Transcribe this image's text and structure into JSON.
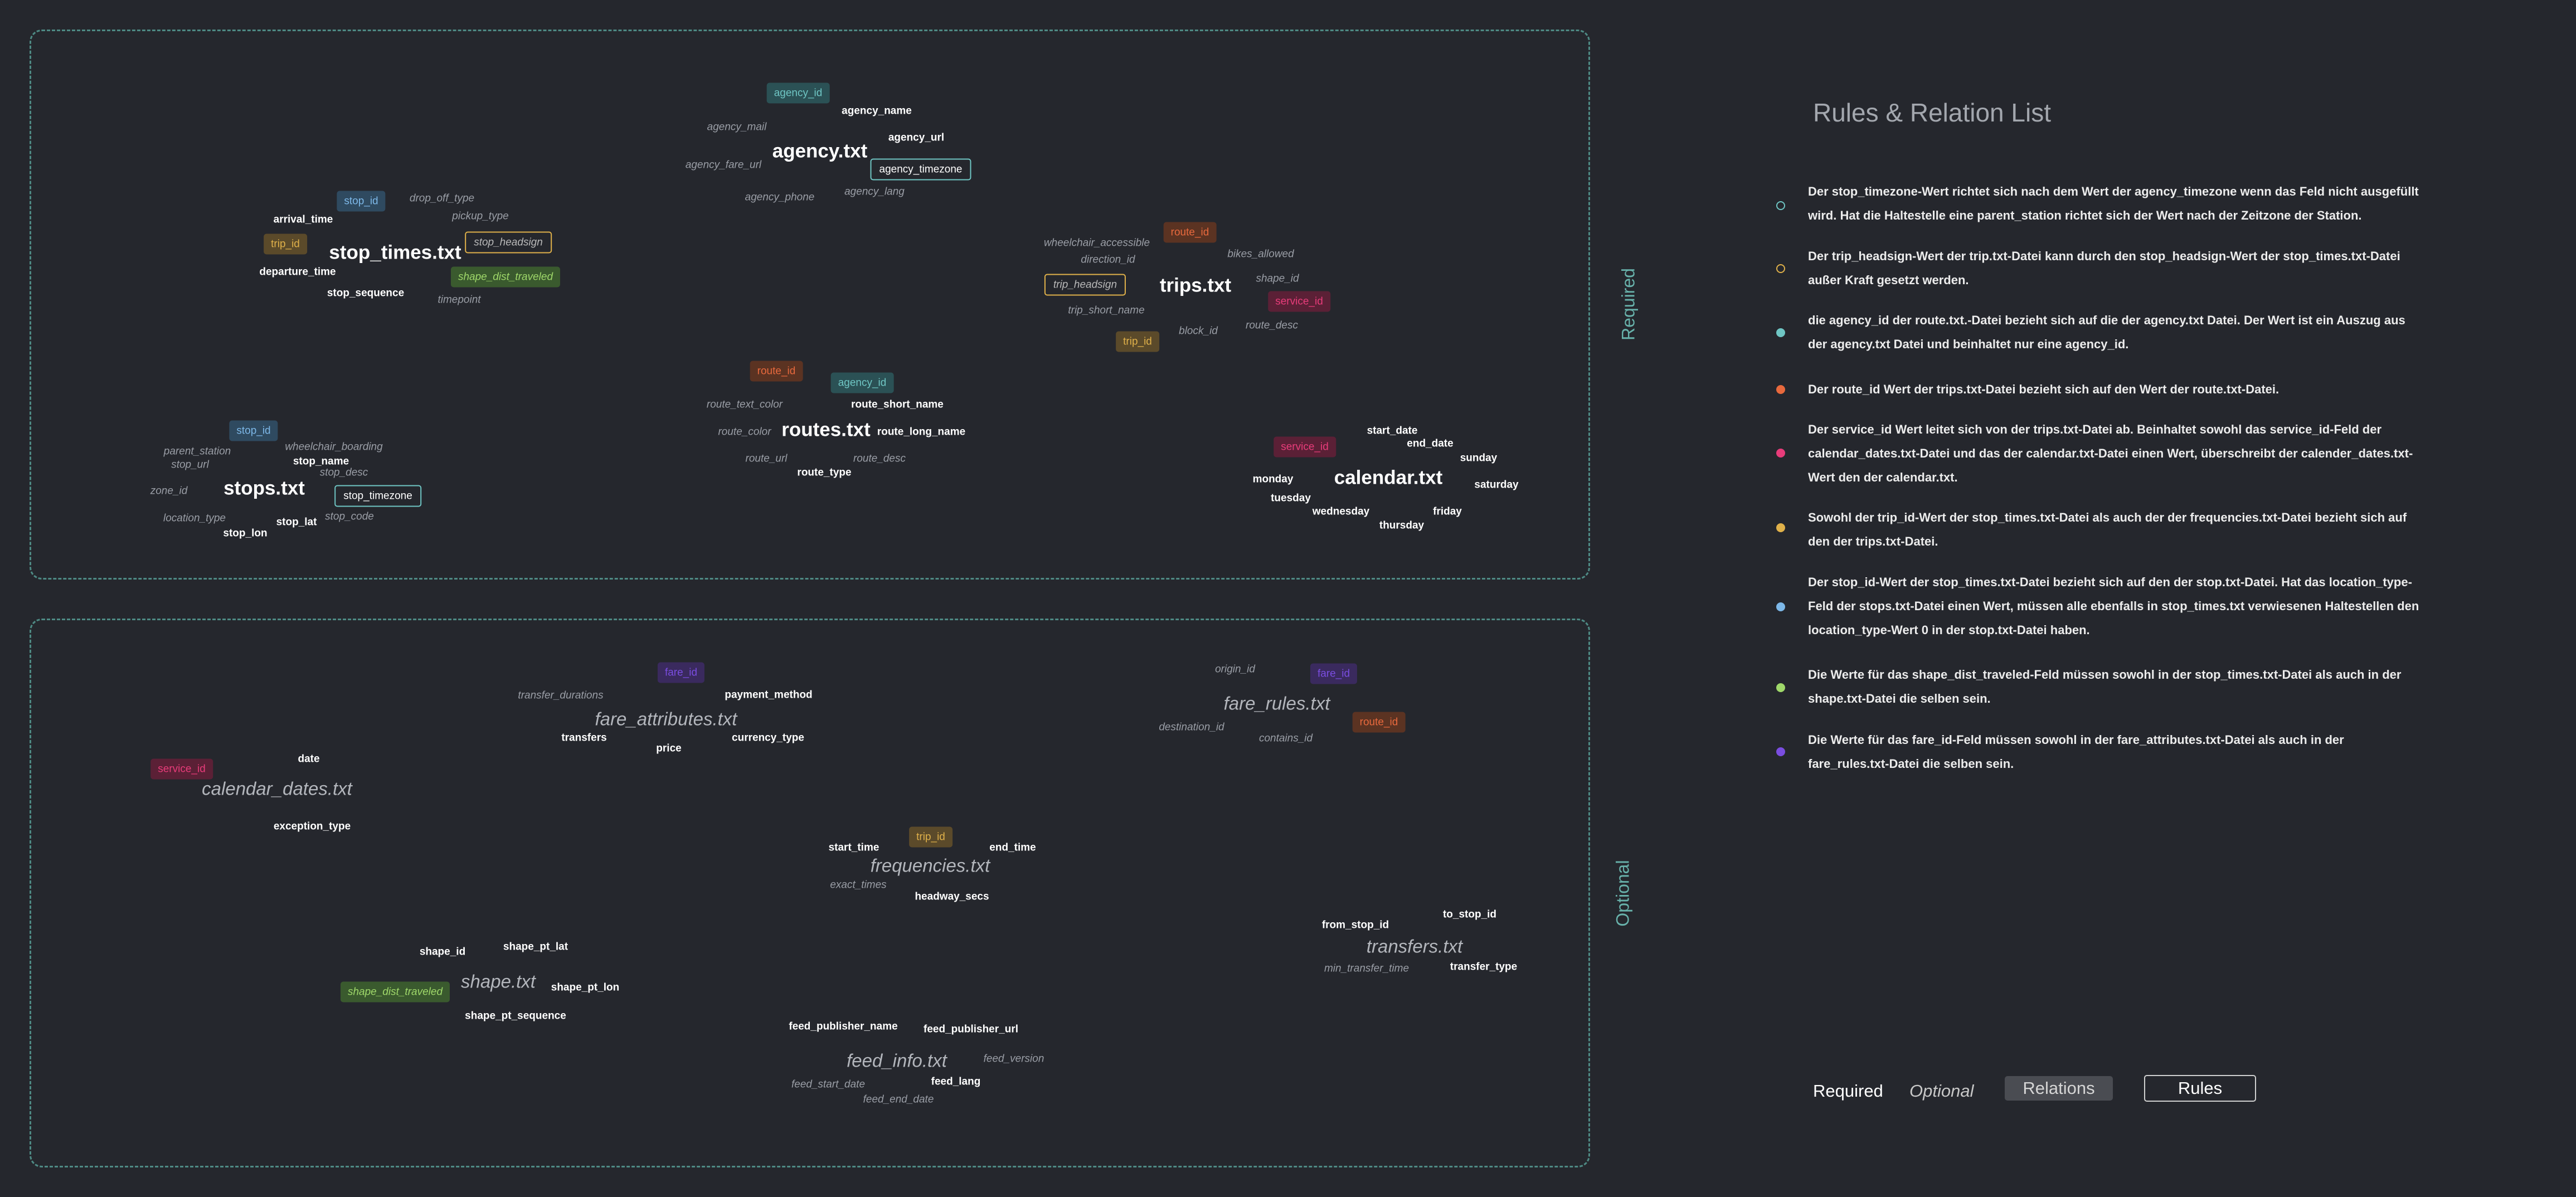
{
  "sections": {
    "required": "Required",
    "optional": "Optional"
  },
  "nodes": {
    "agency_txt": "agency.txt",
    "agency_agency_id": "agency_id",
    "agency_name": "agency_name",
    "agency_url": "agency_url",
    "agency_mail": "agency_mail",
    "agency_fare_url": "agency_fare_url",
    "agency_timezone": "agency_timezone",
    "agency_phone": "agency_phone",
    "agency_lang": "agency_lang",
    "stop_times_txt": "stop_times.txt",
    "st_stop_id": "stop_id",
    "st_drop_off_type": "drop_off_type",
    "st_arrival_time": "arrival_time",
    "st_pickup_type": "pickup_type",
    "st_trip_id": "trip_id",
    "st_stop_headsign": "stop_headsign",
    "st_departure_time": "departure_time",
    "st_shape_dist_traveled": "shape_dist_traveled",
    "st_stop_sequence": "stop_sequence",
    "st_timepoint": "timepoint",
    "trips_txt": "trips.txt",
    "tr_route_id": "route_id",
    "tr_wheelchair_accessible": "wheelchair_accessible",
    "tr_bikes_allowed": "bikes_allowed",
    "tr_direction_id": "direction_id",
    "tr_shape_id": "shape_id",
    "tr_trip_headsign": "trip_headsign",
    "tr_service_id": "service_id",
    "tr_trip_short_name": "trip_short_name",
    "tr_block_id": "block_id",
    "tr_route_desc": "route_desc",
    "tr_trip_id": "trip_id",
    "routes_txt": "routes.txt",
    "ro_route_id": "route_id",
    "ro_agency_id": "agency_id",
    "ro_route_text_color": "route_text_color",
    "ro_route_short_name": "route_short_name",
    "ro_route_color": "route_color",
    "ro_route_long_name": "route_long_name",
    "ro_route_url": "route_url",
    "ro_route_desc": "route_desc",
    "ro_route_type": "route_type",
    "stops_txt": "stops.txt",
    "sp_stop_id": "stop_id",
    "sp_parent_station": "parent_station",
    "sp_wheelchair_boarding": "wheelchair_boarding",
    "sp_stop_url": "stop_url",
    "sp_stop_name": "stop_name",
    "sp_stop_desc": "stop_desc",
    "sp_zone_id": "zone_id",
    "sp_stop_timezone": "stop_timezone",
    "sp_location_type": "location_type",
    "sp_stop_code": "stop_code",
    "sp_stop_lat": "stop_lat",
    "sp_stop_lon": "stop_lon",
    "calendar_txt": "calendar.txt",
    "ca_service_id": "service_id",
    "ca_start_date": "start_date",
    "ca_end_date": "end_date",
    "ca_sunday": "sunday",
    "ca_monday": "monday",
    "ca_saturday": "saturday",
    "ca_tuesday": "tuesday",
    "ca_wednesday": "wednesday",
    "ca_friday": "friday",
    "ca_thursday": "thursday",
    "fare_attributes_txt": "fare_attributes.txt",
    "fa_fare_id": "fare_id",
    "fa_transfer_durations": "transfer_durations",
    "fa_payment_method": "payment_method",
    "fa_transfers": "transfers",
    "fa_price": "price",
    "fa_currency_type": "currency_type",
    "fare_rules_txt": "fare_rules.txt",
    "fr_origin_id": "origin_id",
    "fr_fare_id": "fare_id",
    "fr_destination_id": "destination_id",
    "fr_route_id": "route_id",
    "fr_contains_id": "contains_id",
    "calendar_dates_txt": "calendar_dates.txt",
    "cd_service_id": "service_id",
    "cd_date": "date",
    "cd_exception_type": "exception_type",
    "frequencies_txt": "frequencies.txt",
    "fq_trip_id": "trip_id",
    "fq_start_time": "start_time",
    "fq_end_time": "end_time",
    "fq_exact_times": "exact_times",
    "fq_headway_secs": "headway_secs",
    "transfers_txt": "transfers.txt",
    "tf_to_stop_id": "to_stop_id",
    "tf_from_stop_id": "from_stop_id",
    "tf_min_transfer_time": "min_transfer_time",
    "tf_transfer_type": "transfer_type",
    "shape_txt": "shape.txt",
    "sh_shape_id": "shape_id",
    "sh_shape_pt_lat": "shape_pt_lat",
    "sh_shape_dist_traveled": "shape_dist_traveled",
    "sh_shape_pt_lon": "shape_pt_lon",
    "sh_shape_pt_sequence": "shape_pt_sequence",
    "feed_info_txt": "feed_info.txt",
    "fi_feed_publisher_name": "feed_publisher_name",
    "fi_feed_publisher_url": "feed_publisher_url",
    "fi_feed_version": "feed_version",
    "fi_feed_start_date": "feed_start_date",
    "fi_feed_lang": "feed_lang",
    "fi_feed_end_date": "feed_end_date"
  },
  "rules_panel": {
    "title": "Rules & Relation List",
    "rules": [
      {
        "color": "#6fc6c4",
        "hollow": true,
        "text": "Der stop_timezone-Wert richtet sich nach dem Wert der agency_timezone wenn das Feld nicht ausgefüllt wird. Hat die Haltestelle eine parent_station richtet sich der Wert nach der Zeitzone der Station."
      },
      {
        "color": "#e0b14a",
        "hollow": true,
        "text": "Der trip_headsign-Wert der trip.txt-Datei kann durch den stop_headsign-Wert der stop_times.txt-Datei außer Kraft gesetzt werden."
      },
      {
        "color": "#6fc6c4",
        "hollow": false,
        "text": "die agency_id der route.txt.-Datei bezieht sich auf die der agency.txt Datei. Der Wert ist ein Auszug aus der agency.txt Datei und beinhaltet nur eine agency_id."
      },
      {
        "color": "#e8693d",
        "hollow": false,
        "text": "Der route_id Wert der trips.txt-Datei bezieht sich auf den Wert der route.txt-Datei."
      },
      {
        "color": "#e83c7a",
        "hollow": false,
        "text": "Der service_id Wert leitet sich von der trips.txt-Datei ab. Beinhaltet sowohl das service_id-Feld der calendar_dates.txt-Datei und das der calendar.txt-Datei einen Wert, überschreibt der calender_dates.txt-Wert den der calendar.txt."
      },
      {
        "color": "#e0b14a",
        "hollow": false,
        "text": "Sowohl der trip_id-Wert der stop_times.txt-Datei als auch der der frequencies.txt-Datei bezieht sich auf den der trips.txt-Datei."
      },
      {
        "color": "#7db8e8",
        "hollow": false,
        "text": "Der stop_id-Wert der stop_times.txt-Datei bezieht sich auf den der stop.txt-Datei. Hat das location_type-Feld der stops.txt-Datei einen Wert, müssen alle ebenfalls in stop_times.txt verwiesenen Haltestellen den location_type-Wert 0 in der stop.txt-Datei haben."
      },
      {
        "color": "#9fd86a",
        "hollow": false,
        "text": "Die Werte für das shape_dist_traveled-Feld müssen sowohl in der stop_times.txt-Datei als auch in der shape.txt-Datei die selben sein."
      },
      {
        "color": "#7a4de0",
        "hollow": false,
        "text": "Die Werte für das fare_id-Feld müssen sowohl in der fare_attributes.txt-Datei als auch in der fare_rules.txt-Datei die selben sein."
      }
    ]
  },
  "footer": {
    "required": "Required",
    "optional": "Optional",
    "relations": "Relations",
    "rules": "Rules"
  }
}
